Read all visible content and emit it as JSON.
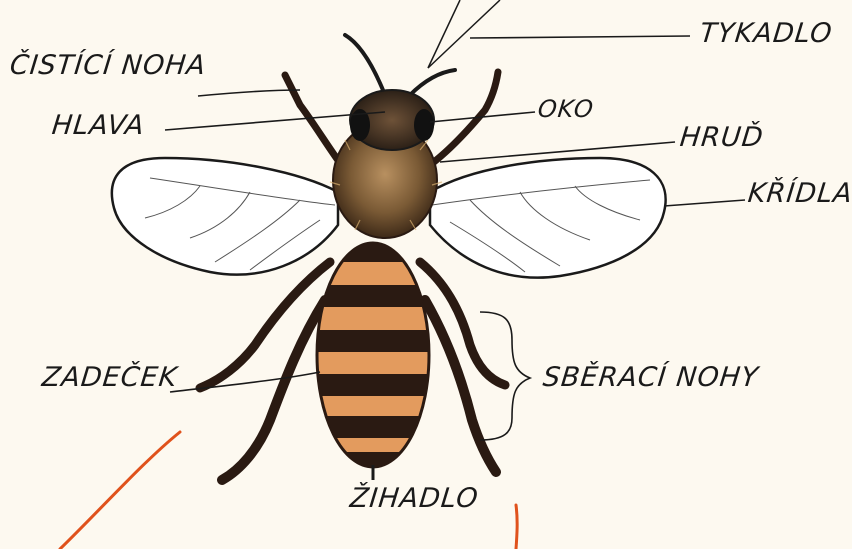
{
  "labels": {
    "tykadlo": "TYKADLO",
    "cistici_noha": "ČISTÍCÍ NOHA",
    "hlava": "HLAVA",
    "oko": "OKO",
    "hrud": "HRUĎ",
    "kridla": "KŘÍDLA",
    "zadecek": "ZADEČEK",
    "sberaci_nohy": "SBĚRACÍ NOHY",
    "zihadlo": "ŽIHADLO"
  },
  "colors": {
    "ink": "#1a1a1a",
    "paper": "#fdf9f0",
    "band_orange": "#e39b5e",
    "band_dark": "#2a1a12",
    "thorax": "#7a5a35",
    "wing_fill": "#ffffff",
    "accent_stroke": "#e0521c"
  }
}
